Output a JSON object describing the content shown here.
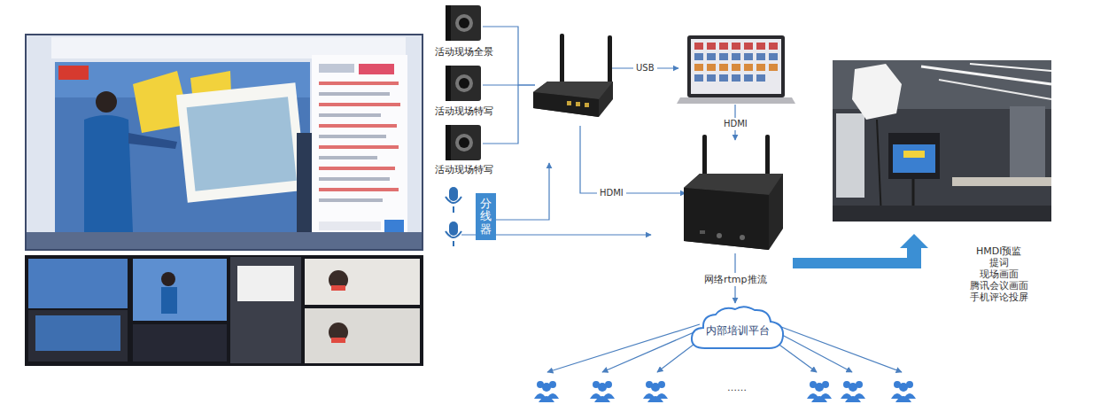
{
  "diagram": {
    "nodes": [
      {
        "text": [
          "活动现场全景"
        ]
      },
      {
        "text": [
          "活动现场特写"
        ]
      },
      {
        "text": [
          "活动现场特写"
        ]
      },
      {
        "text": [
          "分线器"
        ]
      },
      {
        "text": [
          "内部培训平台"
        ]
      }
    ],
    "labels": [
      "USB",
      "HDMI",
      "HDMI",
      "网络rtmp推流",
      "HMDI预监",
      "提词",
      "现场画面",
      "腾讯会议画面",
      "手机评论投屏",
      "……"
    ]
  }
}
